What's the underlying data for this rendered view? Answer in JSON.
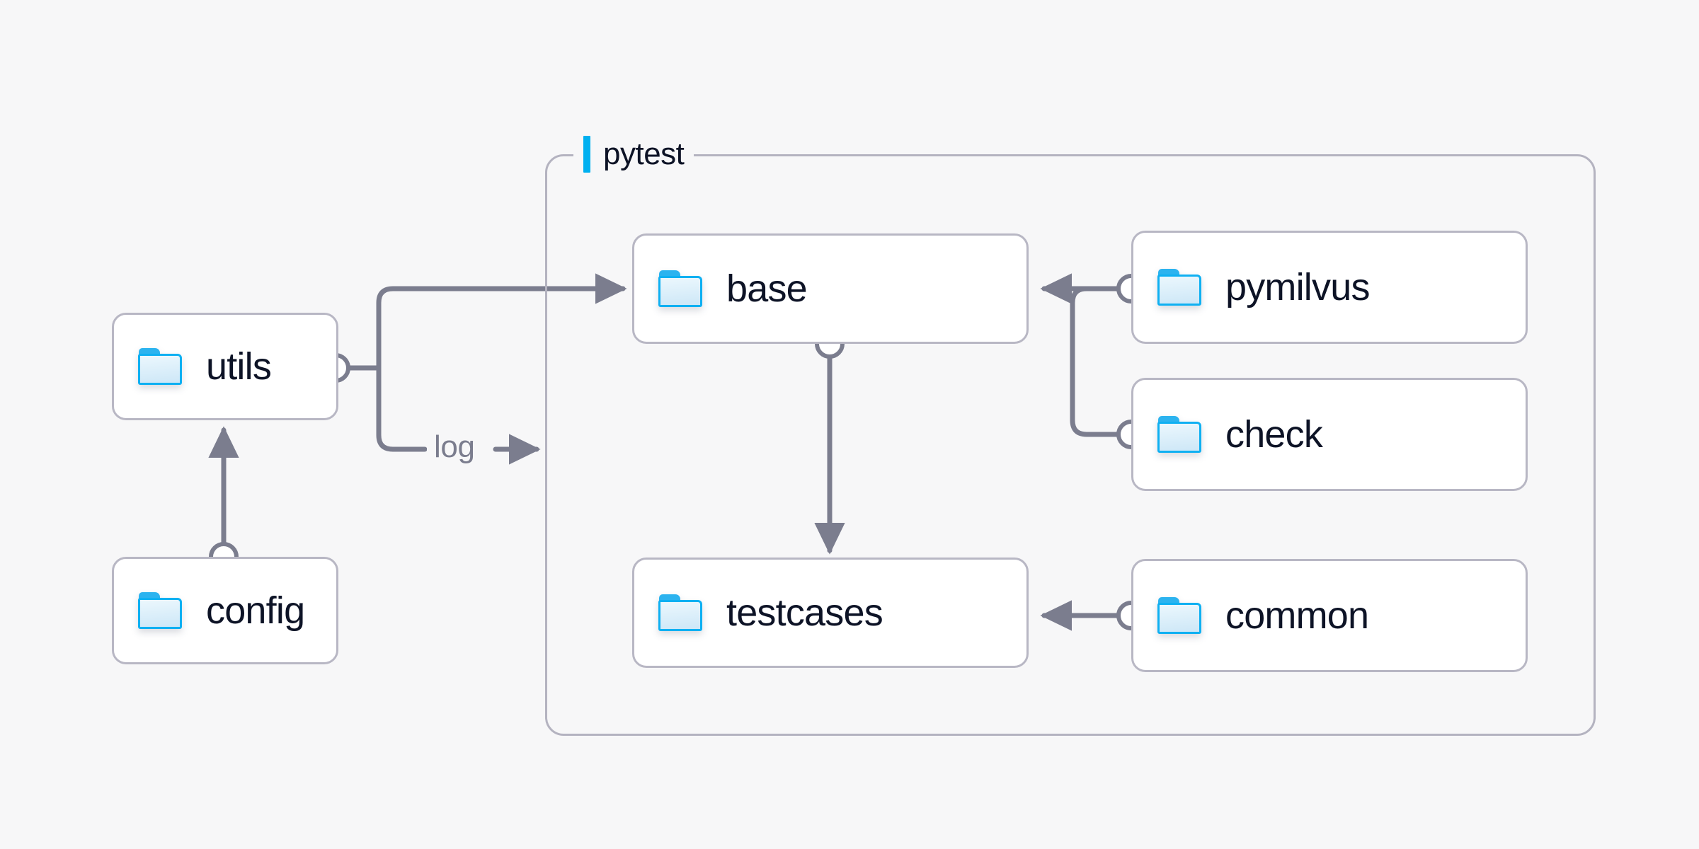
{
  "diagram": {
    "title_visible": false,
    "background_color": "#f7f7f8",
    "accent_color": "#00b0f0",
    "edge_color": "#7b7d8e",
    "box_border_color": "#b8b7c4",
    "text_color": "#0d1326"
  },
  "group": {
    "label": "pytest",
    "accent_bar_color": "#00b0f0"
  },
  "nodes": [
    {
      "id": "utils",
      "label": "utils",
      "icon": "folder-icon"
    },
    {
      "id": "config",
      "label": "config",
      "icon": "folder-icon"
    },
    {
      "id": "base",
      "label": "base",
      "icon": "folder-icon"
    },
    {
      "id": "testcases",
      "label": "testcases",
      "icon": "folder-icon"
    },
    {
      "id": "pymilvus",
      "label": "pymilvus",
      "icon": "folder-icon"
    },
    {
      "id": "check",
      "label": "check",
      "icon": "folder-icon"
    },
    {
      "id": "common",
      "label": "common",
      "icon": "folder-icon"
    }
  ],
  "edge_labels": [
    {
      "id": "log",
      "label": "log"
    }
  ],
  "edges": [
    {
      "from": "utils",
      "to": "base",
      "label": "",
      "arrow": true
    },
    {
      "from": "utils",
      "to": "pytest",
      "label": "log",
      "arrow": true
    },
    {
      "from": "config",
      "to": "utils",
      "label": "",
      "arrow": true
    },
    {
      "from": "base",
      "to": "testcases",
      "label": "",
      "arrow": true
    },
    {
      "from": "pymilvus",
      "to": "base",
      "label": "",
      "arrow": true
    },
    {
      "from": "check",
      "to": "base",
      "label": "",
      "arrow": true
    },
    {
      "from": "common",
      "to": "testcases",
      "label": "",
      "arrow": true
    }
  ]
}
